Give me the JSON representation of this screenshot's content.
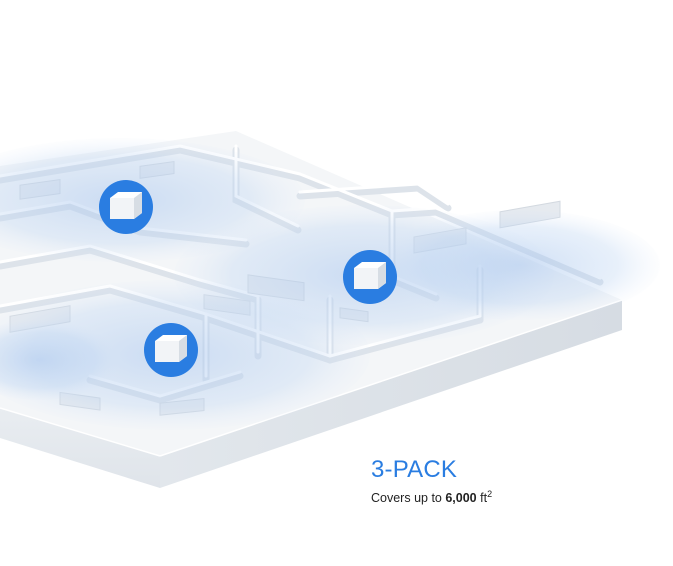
{
  "product": {
    "pack_label": "3-PACK",
    "coverage": {
      "prefix": "Covers up to ",
      "amount": "6,000",
      "unit": "ft",
      "exponent": "2"
    }
  },
  "illustration": {
    "subject": "floor plan with mesh wifi units",
    "accent_color": "#2a7de1",
    "signal_color": "#aecbef",
    "units": [
      {
        "icon": "mesh-router-icon"
      },
      {
        "icon": "mesh-router-icon"
      },
      {
        "icon": "mesh-router-icon"
      }
    ]
  }
}
